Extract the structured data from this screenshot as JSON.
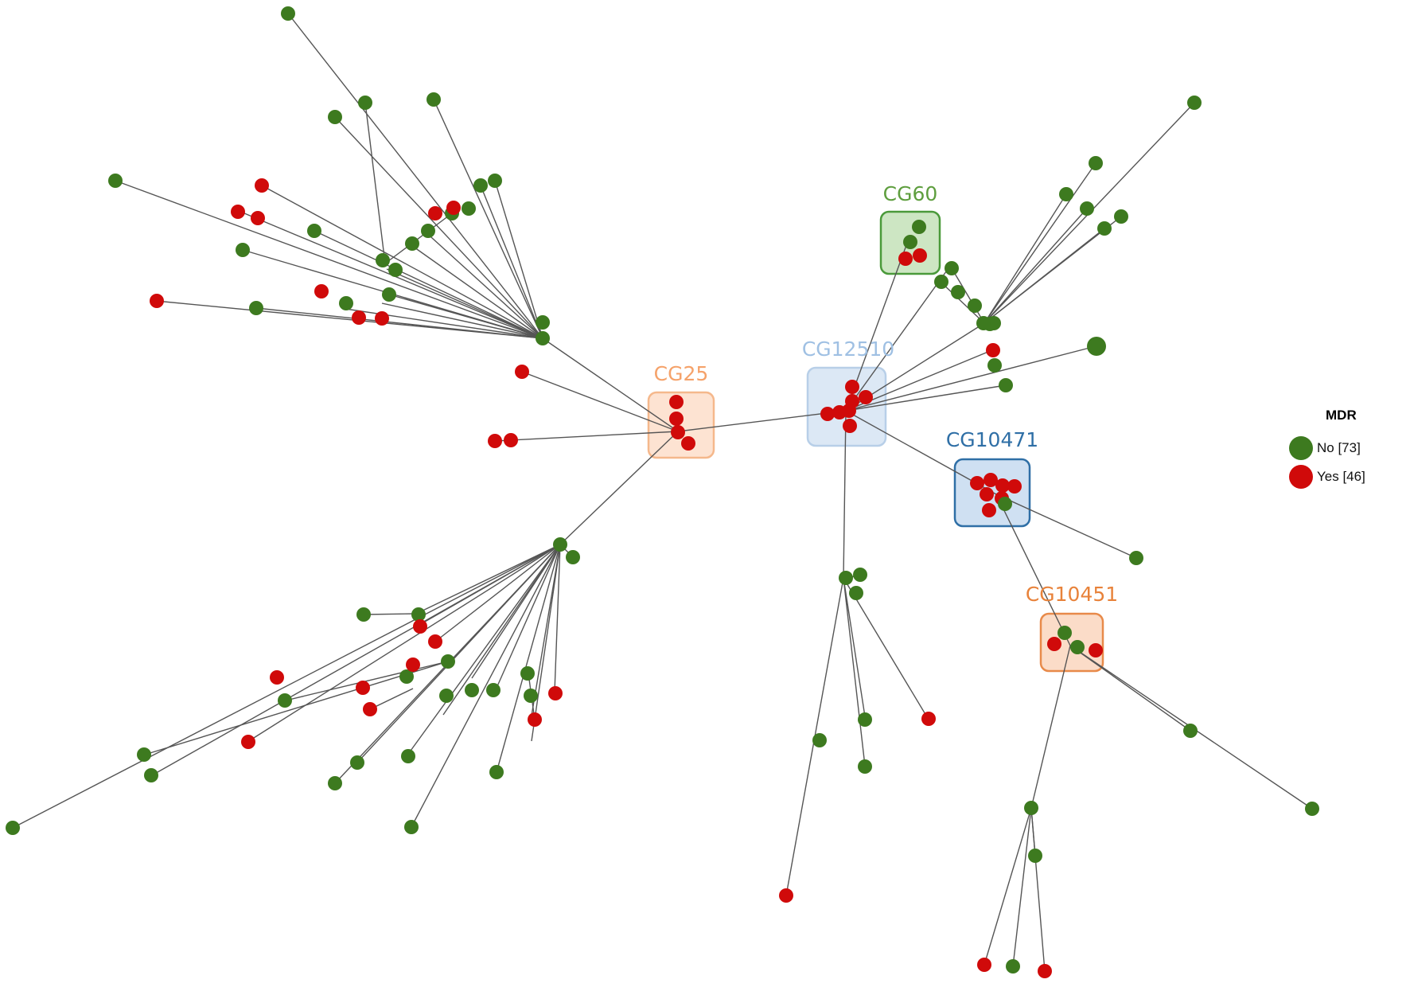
{
  "colors": {
    "no": "#3d7a1f",
    "yes": "#d00a0a",
    "edge": "#555555"
  },
  "legend": {
    "title": "MDR",
    "items": [
      {
        "label": "No [73]",
        "color": "#3d7a1f"
      },
      {
        "label": "Yes [46]",
        "color": "#d00a0a"
      }
    ]
  },
  "clonal_groups": [
    {
      "name": "CG25",
      "fill": "#fde3d2",
      "stroke": "#f5b88c",
      "text_color": "#f5a26a"
    },
    {
      "name": "CG12510",
      "fill": "#dce8f5",
      "stroke": "#b8cfe8",
      "text_color": "#9fc0e3"
    },
    {
      "name": "CG60",
      "fill": "#cde6c3",
      "stroke": "#4a9a3a",
      "text_color": "#5e9e3e"
    },
    {
      "name": "CG10471",
      "fill": "#cfe0f2",
      "stroke": "#2f6fa6",
      "text_color": "#2f6fa6"
    },
    {
      "name": "CG10451",
      "fill": "#fbdcc8",
      "stroke": "#e88a4a",
      "text_color": "#e8823a"
    }
  ]
}
